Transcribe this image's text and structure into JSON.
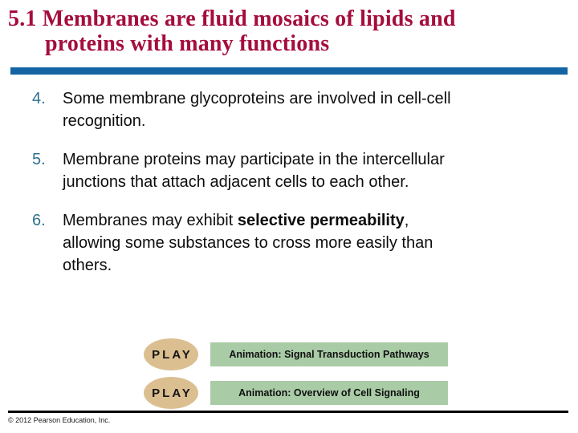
{
  "header": {
    "title_lines": [
      "5.1 Membranes are fluid mosaics of lipids and",
      "proteins with many functions"
    ]
  },
  "list": {
    "items": [
      {
        "number": "4.",
        "lines": [
          [
            {
              "t": "Some membrane glycoproteins are involved in cell-cell"
            }
          ],
          [
            {
              "t": "recognition."
            }
          ]
        ]
      },
      {
        "number": "5.",
        "lines": [
          [
            {
              "t": "Membrane proteins may participate in the intercellular"
            }
          ],
          [
            {
              "t": "junctions that attach adjacent cells to each other."
            }
          ]
        ]
      },
      {
        "number": "6.",
        "lines": [
          [
            {
              "t": "Membranes may exhibit "
            },
            {
              "t": "selective permeability",
              "b": true
            },
            {
              "t": ","
            }
          ],
          [
            {
              "t": "allowing some substances to cross more easily than"
            }
          ],
          [
            {
              "t": "others."
            }
          ]
        ]
      }
    ]
  },
  "animations": {
    "rows": [
      {
        "button_label": "PLAY",
        "label": "Animation: Signal Transduction Pathways"
      },
      {
        "button_label": "PLAY",
        "label": "Animation: Overview of Cell Signaling"
      }
    ]
  },
  "footer": {
    "copyright": "© 2012 Pearson Education, Inc."
  },
  "colors": {
    "title_text": "#A50D3C",
    "title_rule": "#1464A4",
    "list_number": "#31708F",
    "body_text": "#0d0d0d",
    "play_button_bg": "#DCBF90",
    "animation_label_bg": "#A9CCA7",
    "footer_rule": "#000000"
  }
}
